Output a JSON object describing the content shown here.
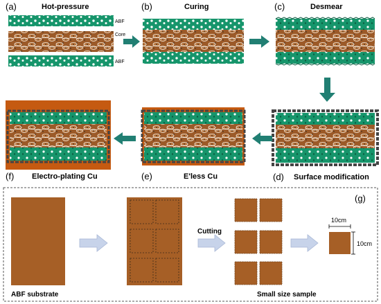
{
  "panels": {
    "a": {
      "label": "(a)",
      "title": "Hot-pressure",
      "layer_top": "ABF",
      "layer_core": "Core",
      "layer_bottom": "ABF"
    },
    "b": {
      "label": "(b)",
      "title": "Curing"
    },
    "c": {
      "label": "(c)",
      "title": "Desmear"
    },
    "d": {
      "label": "(d)",
      "title": "Surface modification"
    },
    "e": {
      "label": "(e)",
      "title": "E'less Cu"
    },
    "f": {
      "label": "(f)",
      "title": "Electro-plating Cu"
    },
    "g": {
      "label": "(g)",
      "substrate_caption": "ABF substrate",
      "cutting_label": "Cutting",
      "sample_caption": "Small size sample",
      "width_label": "10cm",
      "height_label": "10cm"
    }
  },
  "colors": {
    "abf": "#16956b",
    "core": "#9c5a28",
    "copper": "#c55a11",
    "arrow": "#217f73",
    "substrate": "#a65f26",
    "outline": "#444444",
    "flow_arrow": "#c7d3ea"
  }
}
